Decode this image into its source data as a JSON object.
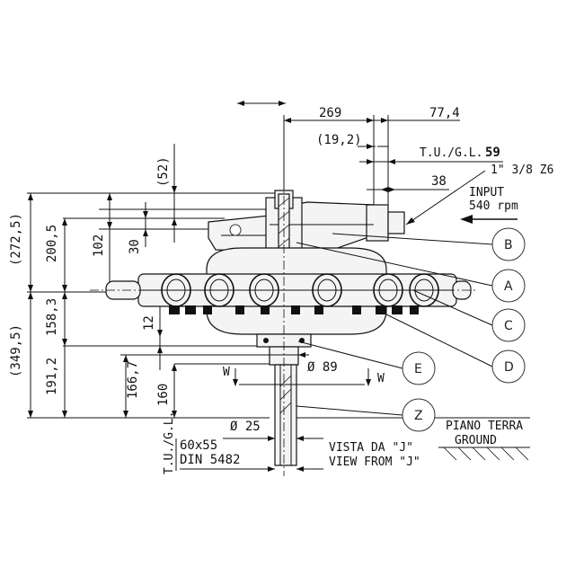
{
  "dimensions": {
    "d269": "269",
    "d77_4": "77,4",
    "d19_2": "(19,2)",
    "d59_prefix": "T.U./G.L.",
    "d59": "59",
    "thread": "1\" 3/8 Z6",
    "d38": "38",
    "d52": "(52)",
    "d272_5": "(272,5)",
    "d200_5": "200,5",
    "d102": "102",
    "d30": "30",
    "d158_3": "158,3",
    "d12": "12",
    "d349_5": "(349,5)",
    "d191_2": "191,2",
    "d166_7": "166,7",
    "d160": "160",
    "d89": "Ø 89",
    "d25": "Ø 25",
    "tugl_left": "T.U./G.L.",
    "spline1": "60x55",
    "spline2": "DIN 5482",
    "w_left": "W",
    "w_right": "W"
  },
  "notes": {
    "input1": "INPUT",
    "input2": "540 rpm",
    "ground1": "PIANO TERRA",
    "ground2": "GROUND",
    "view1": "VISTA DA \"J\"",
    "view2": "VIEW FROM \"J\""
  },
  "callouts": [
    "B",
    "A",
    "C",
    "D",
    "E",
    "Z"
  ]
}
